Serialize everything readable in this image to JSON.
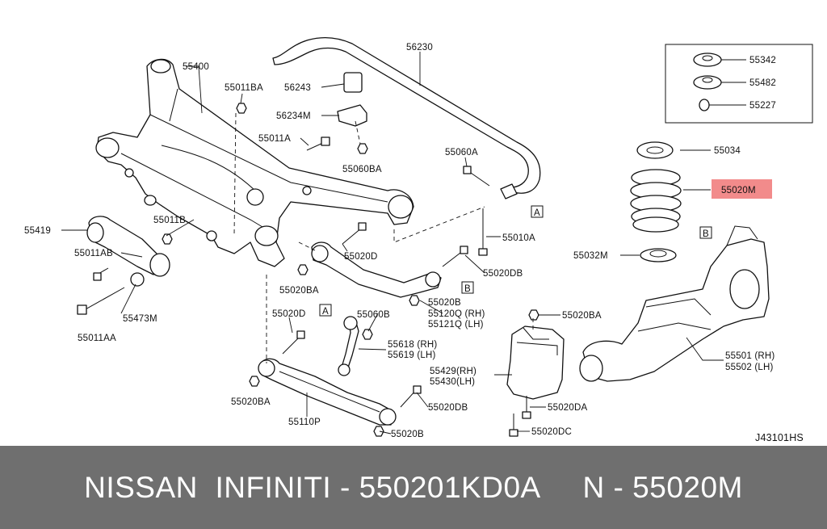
{
  "diagram": {
    "code": "J43101HS",
    "highlighted_label": "55020M",
    "highlight_color": "#f28b8b",
    "labels": {
      "l_56230": "56230",
      "l_55400": "55400",
      "l_55011BA_top": "55011BA",
      "l_56243": "56243",
      "l_56234M": "56234M",
      "l_55011A": "55011A",
      "l_55060BA": "55060BA",
      "l_55060A": "55060A",
      "l_55010A": "55010A",
      "l_55419": "55419",
      "l_55011B": "55011B",
      "l_55011AB": "55011AB",
      "l_55473M": "55473M",
      "l_55011AA": "55011AA",
      "l_55020D_top": "55020D",
      "l_55020BA_mid": "55020BA",
      "l_55020DB_top": "55020DB",
      "l_55020B_mid": "55020B",
      "l_55120Q": "55120Q (RH)",
      "l_55121Q": "55121Q (LH)",
      "l_55020D_left": "55020D",
      "l_55060B": "55060B",
      "l_55618": "55618 (RH)",
      "l_55619": "55619 (LH)",
      "l_55020BA_low": "55020BA",
      "l_55110P": "55110P",
      "l_55020DB_low": "55020DB",
      "l_55020B_low": "55020B",
      "l_55020BA_right": "55020BA",
      "l_55429": "55429(RH)",
      "l_55430": "55430(LH)",
      "l_55020DA": "55020DA",
      "l_55020DC": "55020DC",
      "l_55342": "55342",
      "l_55482": "55482",
      "l_55227": "55227",
      "l_55034": "55034",
      "l_55020M": "55020M",
      "l_55032M": "55032M",
      "l_55501": "55501 (RH)",
      "l_55502": "55502 (LH)"
    },
    "ref_markers": {
      "a1": "A",
      "a2": "A",
      "b1": "B",
      "b2": "B"
    }
  },
  "footer": {
    "text": "NISSAN  INFINITI - 550201KD0A     N - 55020M",
    "background": "#6f6f6f",
    "color": "#ffffff"
  }
}
